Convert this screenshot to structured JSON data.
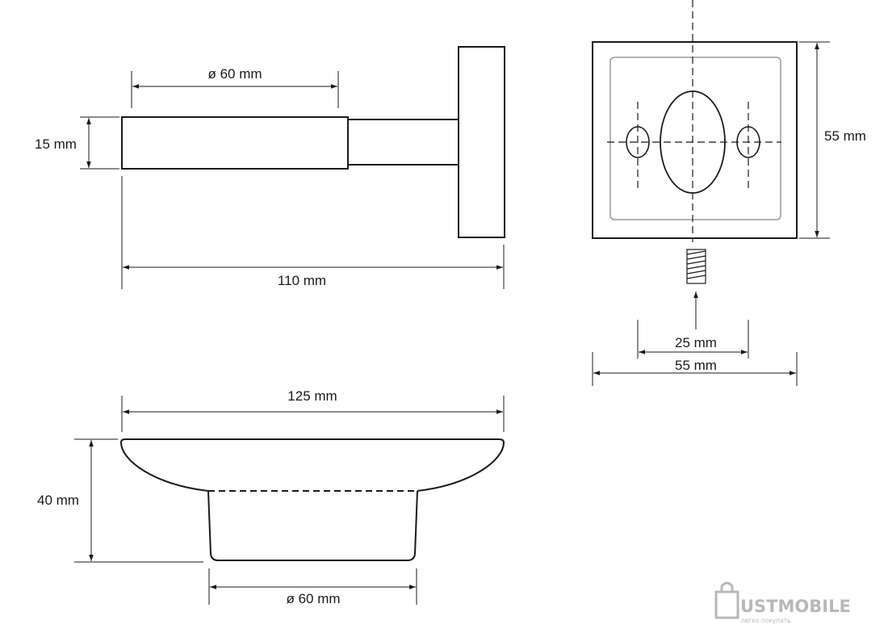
{
  "dimensions": {
    "side_diameter": "ø 60 mm",
    "side_thickness": "15 mm",
    "side_length": "110 mm",
    "front_height": "55 mm",
    "front_hole_spacing": "25 mm",
    "front_width": "55 mm",
    "dish_width": "125 mm",
    "dish_height": "40 mm",
    "dish_base_diameter": "ø 60 mm"
  },
  "watermark": {
    "brand": "USTMOBILE",
    "tagline": "легко покупать"
  },
  "colors": {
    "line": "#1a1a1a",
    "inner_outline": "#999999",
    "watermark": "#b8b8b8"
  }
}
